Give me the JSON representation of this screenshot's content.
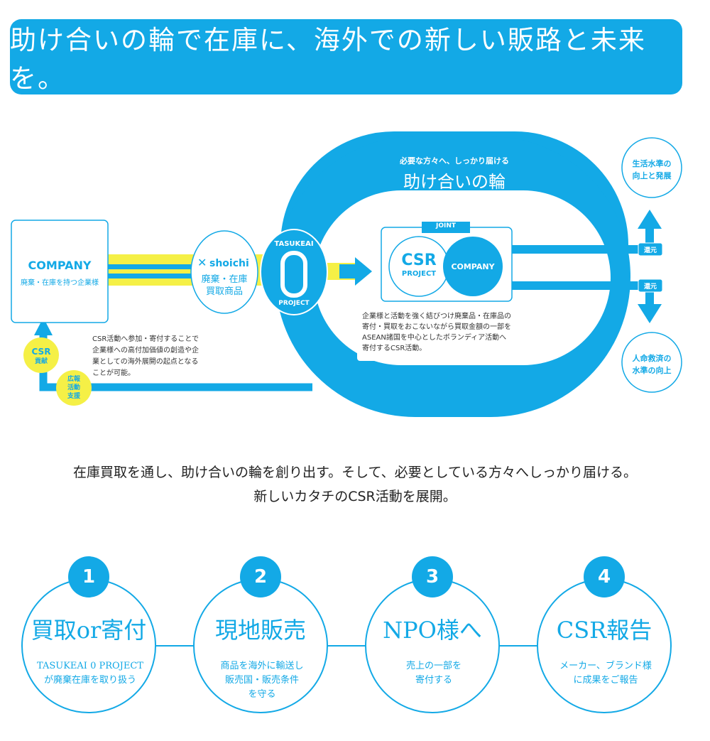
{
  "banner": {
    "title": "助け合いの輪で在庫に、海外での新しい販路と未来を。"
  },
  "diagram": {
    "company_box": {
      "title": "COMPANY",
      "subtitle": "廃棄・在庫を持つ企業様"
    },
    "shoichi": {
      "brand": "shoichi",
      "line1": "廃棄・在庫",
      "line2": "買取商品"
    },
    "tasukeai": {
      "top": "TASUKEAI",
      "digit": "0",
      "bottom": "PROJECT"
    },
    "ring": {
      "subtitle": "必要な方々へ、しっかり届ける",
      "title": "助け合いの輪"
    },
    "joint": {
      "label": "JOINT",
      "csr_big": "CSR",
      "csr_small": "PROJECT",
      "company": "COMPANY"
    },
    "joint_desc": [
      "企業様と活動を強く結びつけ廃棄品・在庫品の",
      "寄付・買取をおこないながら買取金額の一部を",
      "ASEAN諸国を中心としたボランディア活動へ",
      "寄付するCSR活動。"
    ],
    "csr_desc": [
      "CSR活動へ参加・寄付することで",
      "企業様への高付加価値の創造や企",
      "業としての海外展開の起点となる",
      "ことが可能。"
    ],
    "badge_csr": {
      "line1": "CSR",
      "line2": "貢献"
    },
    "badge_pr": {
      "line1": "広報",
      "line2": "活動",
      "line3": "支援"
    },
    "return_label": "還元",
    "outcome_top": {
      "line1": "生活水準の",
      "line2": "向上と発展"
    },
    "outcome_bottom": {
      "line1": "人命救済の",
      "line2": "水準の向上"
    }
  },
  "summary": {
    "line1": "在庫買取を通し、助け合いの輪を創り出す。そして、必要としている方々へしっかり届ける。",
    "line2": "新しいカタチのCSR活動を展開。"
  },
  "steps": [
    {
      "num": "1",
      "title": "買取or寄付",
      "desc": [
        "TASUKEAI 0 PROJECT",
        "が廃棄在庫を取り扱う"
      ]
    },
    {
      "num": "2",
      "title": "現地販売",
      "desc": [
        "商品を海外に輸送し",
        "販売国・販売条件",
        "を守る"
      ]
    },
    {
      "num": "3",
      "title": "NPO様へ",
      "desc": [
        "売上の一部を",
        "寄付する"
      ]
    },
    {
      "num": "4",
      "title": "CSR報告",
      "desc": [
        "メーカー、ブランド様",
        "に成果をご報告"
      ]
    }
  ],
  "colors": {
    "blue": "#13a9e6",
    "yellow": "#f5f046",
    "text": "#333333"
  }
}
